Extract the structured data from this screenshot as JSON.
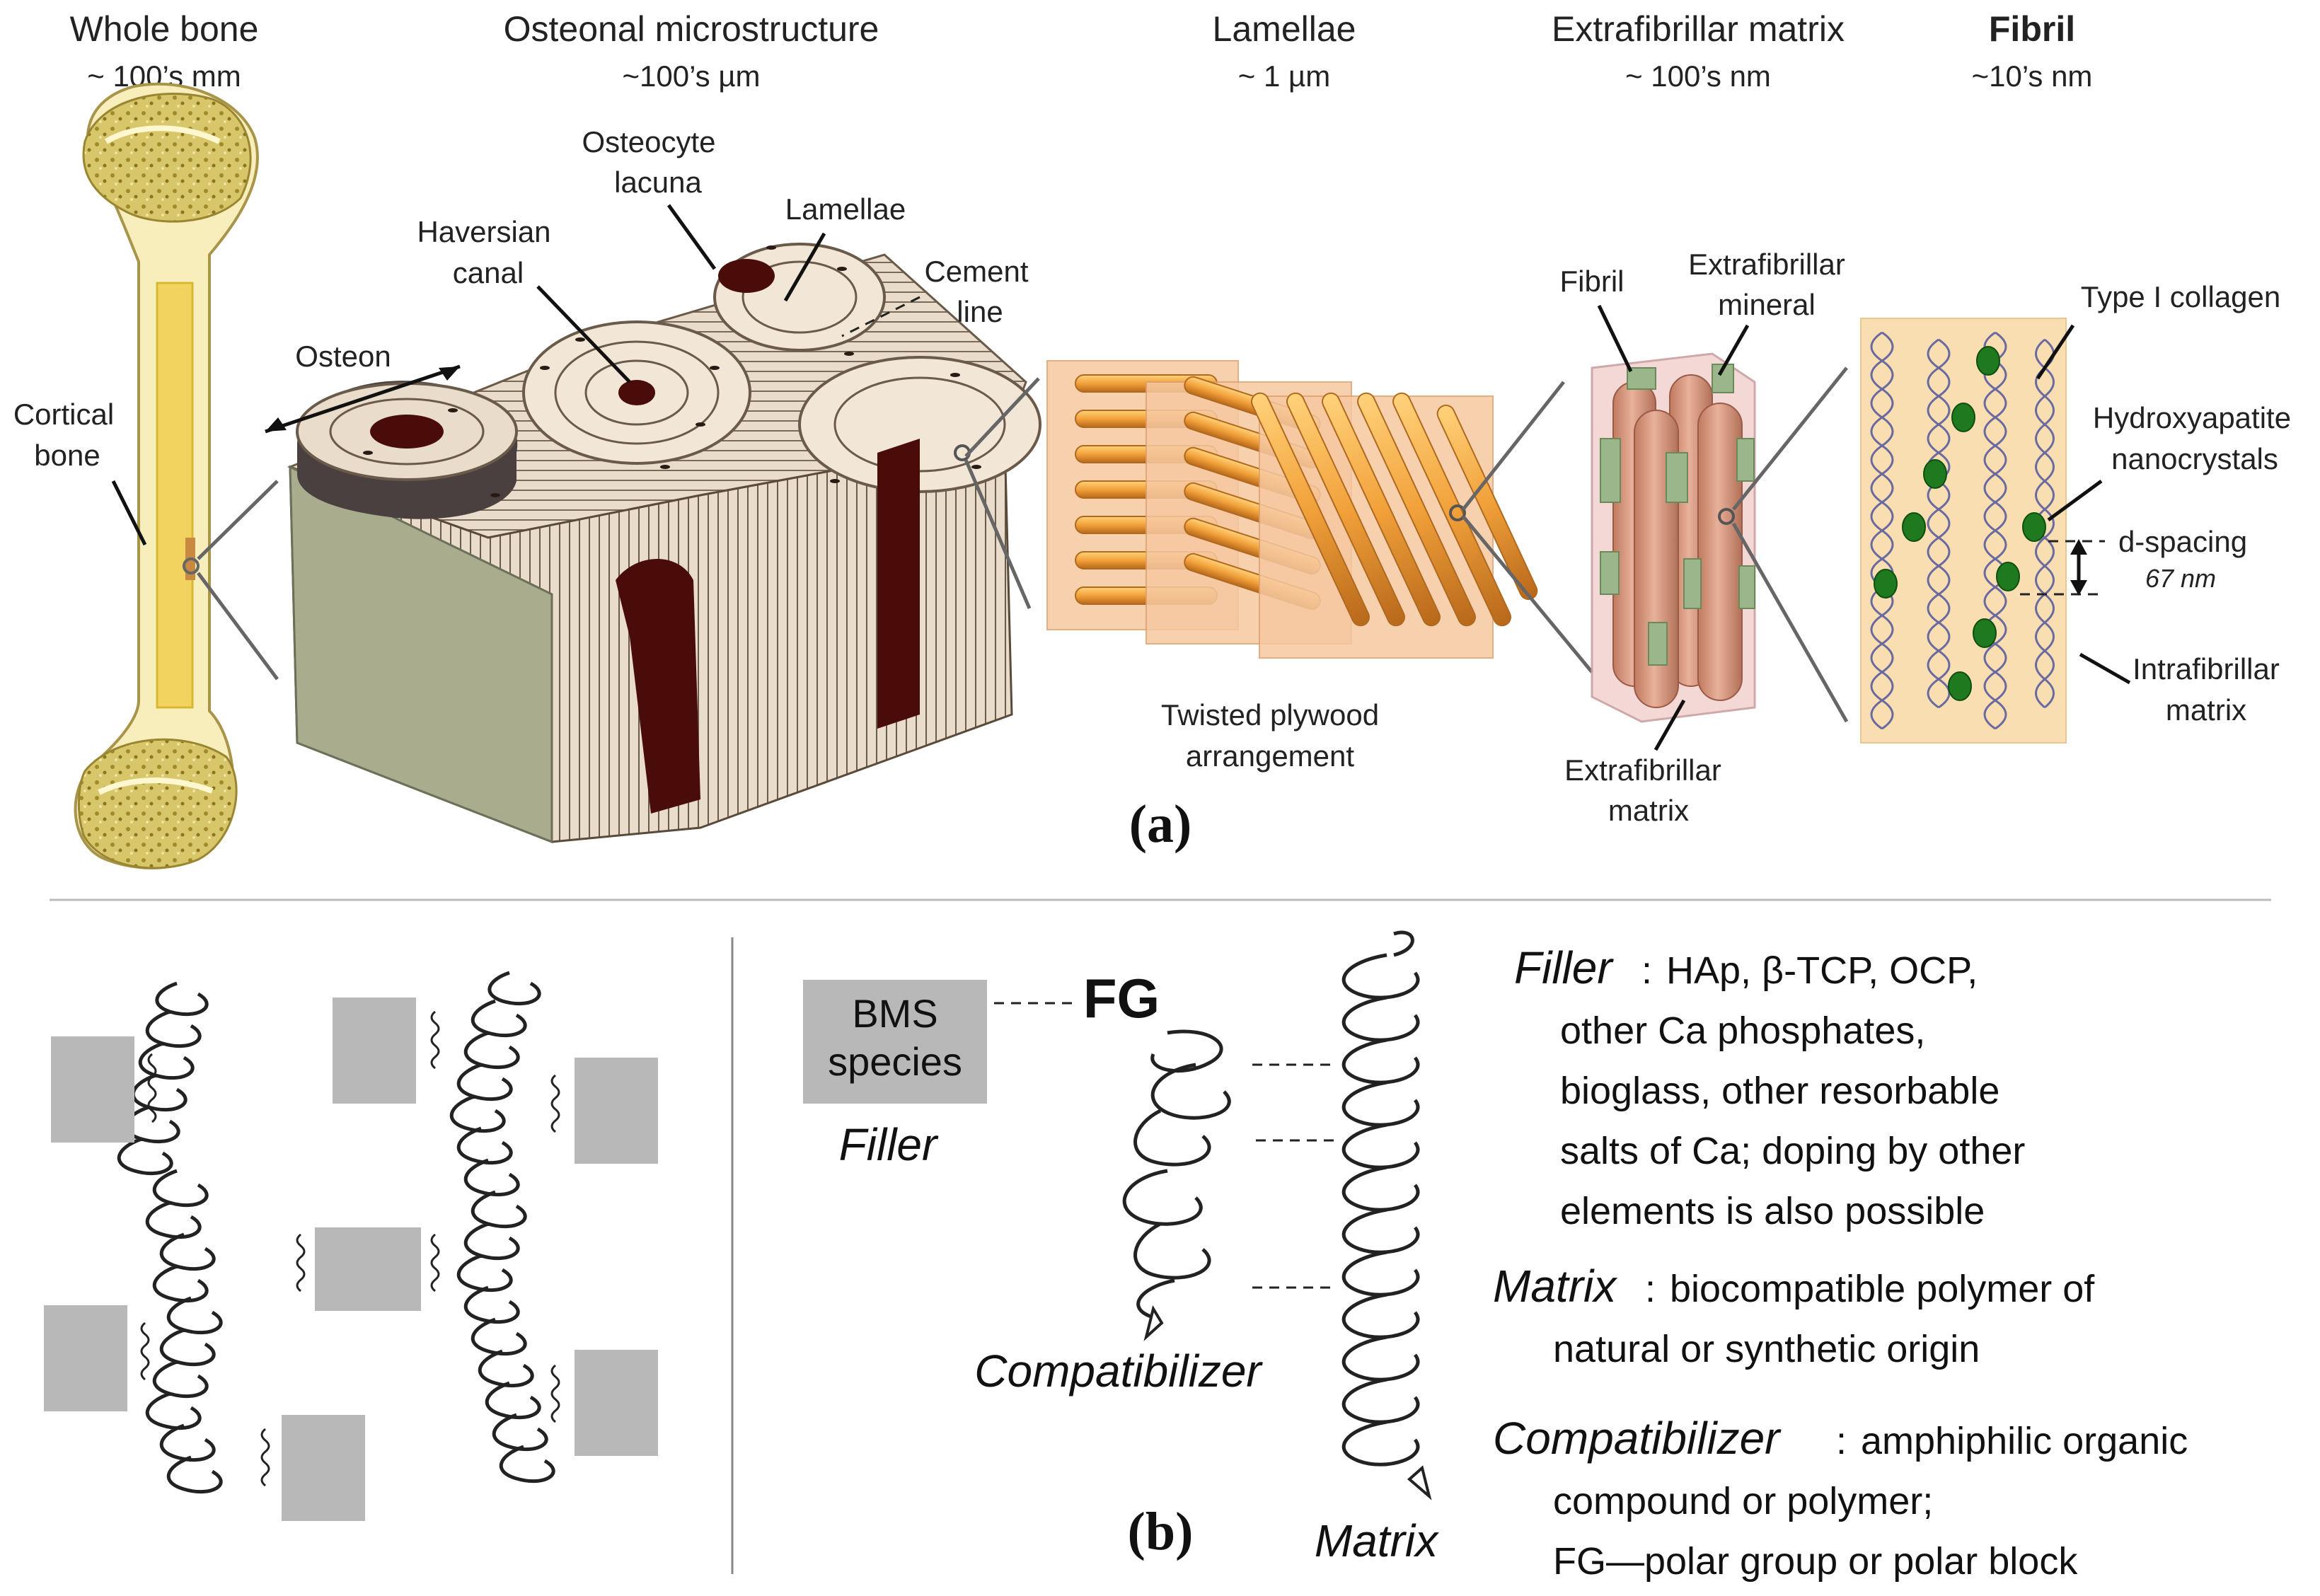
{
  "panel_a": {
    "scales": [
      {
        "title": "Whole bone",
        "size": "~ 100’s mm"
      },
      {
        "title": "Osteonal microstructure",
        "size": "~100’s µm"
      },
      {
        "title": "Lamellae",
        "size": "~ 1 µm"
      },
      {
        "title": "Extrafibrillar matrix",
        "size": "~ 100’s nm"
      },
      {
        "title": "Fibril",
        "size": "~10’s nm"
      }
    ],
    "labels": {
      "cortical_bone": [
        "Cortical",
        "bone"
      ],
      "osteon": "Osteon",
      "haversian_canal": [
        "Haversian",
        "canal"
      ],
      "osteocyte_lacuna": [
        "Osteocyte",
        "lacuna"
      ],
      "lamellae": "Lamellae",
      "cement_line": [
        "Cement",
        "line"
      ],
      "twisted_plywood": [
        "Twisted plywood",
        "arrangement"
      ],
      "fibril": "Fibril",
      "extrafibrillar_mineral": [
        "Extrafibrillar",
        "mineral"
      ],
      "extrafibrillar_matrix": [
        "Extrafibrillar",
        "matrix"
      ],
      "type1_collagen": "Type I collagen",
      "hydroxyapatite": [
        "Hydroxyapatite",
        "nanocrystals"
      ],
      "d_spacing": "d-spacing",
      "d_spacing_value": "67 nm",
      "intrafibrillar_matrix": [
        "Intrafibrillar",
        "matrix"
      ]
    },
    "panel_label": "(a)"
  },
  "panel_b": {
    "panel_label": "(b)",
    "bms_box": [
      "BMS",
      "species"
    ],
    "fg": "FG",
    "filler_caption": "Filler",
    "compatibilizer_caption": "Compatibilizer",
    "matrix_caption": "Matrix",
    "legend": {
      "filler_term": "Filler",
      "filler_def": [
        "HAp, β-TCP, OCP,",
        "other Ca phosphates,",
        "bioglass, other resorbable",
        "salts of Ca; doping by other",
        "elements is also possible"
      ],
      "matrix_term": "Matrix",
      "matrix_def": [
        "biocompatible polymer of",
        "natural or synthetic origin"
      ],
      "compat_term": "Compatibilizer",
      "compat_def": [
        "amphiphilic organic",
        "compound or polymer;",
        "FG—polar group or polar block"
      ]
    }
  },
  "colors": {
    "bone_yellow": "#f5e7a0",
    "trabecular": "#c9b54a",
    "osteon_tan": "#e8d7c0",
    "canal_brown": "#4a0c08",
    "fiber_orange": "#f2a13a",
    "matrix_peach": "#f6cda8",
    "fibril_salmon": "#d99a80",
    "mineral_green": "#9bb68a",
    "crystal_green": "#1f7a1f",
    "filler_gray": "#b8b8b8"
  }
}
